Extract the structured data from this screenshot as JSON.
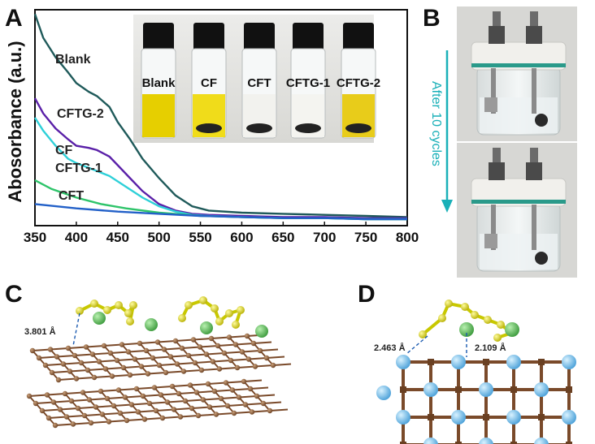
{
  "panels": {
    "A": {
      "letter": "A"
    },
    "B": {
      "letter": "B",
      "arrow_text": "After 10 cycles",
      "arrow_color": "#1ab0b8"
    },
    "C": {
      "letter": "C",
      "distance_label": "3.801 Å"
    },
    "D": {
      "letter": "D",
      "distance_labels": [
        "2.463 Å",
        "2.109 Å"
      ]
    }
  },
  "vial_labels": [
    "Blank",
    "CF",
    "CFT",
    "CFTG-1",
    "CFTG-2"
  ],
  "vial_liquid_colors": [
    "#e6cf00",
    "#f0dc1a",
    "#f2f2ee",
    "#f4f4f0",
    "#e8cc1a"
  ],
  "chart_data": {
    "type": "line",
    "ylabel": "Abosorbance (a.u.)",
    "xlabel": "",
    "xlim": [
      350,
      800
    ],
    "x_ticks": [
      350,
      400,
      450,
      500,
      550,
      600,
      650,
      700,
      750,
      800
    ],
    "ylim": [
      0,
      1.0
    ],
    "grid": false,
    "series": [
      {
        "name": "Blank",
        "color": "#1f5a5a",
        "x": [
          350,
          360,
          375,
          390,
          400,
          415,
          425,
          440,
          450,
          465,
          480,
          500,
          520,
          540,
          560,
          600,
          650,
          700,
          750,
          800
        ],
        "y": [
          0.98,
          0.87,
          0.78,
          0.71,
          0.66,
          0.62,
          0.6,
          0.55,
          0.48,
          0.4,
          0.31,
          0.22,
          0.14,
          0.09,
          0.07,
          0.06,
          0.055,
          0.05,
          0.045,
          0.04
        ]
      },
      {
        "name": "CFTG-2",
        "color": "#5a20a8",
        "x": [
          350,
          360,
          375,
          390,
          400,
          415,
          425,
          440,
          450,
          465,
          480,
          500,
          520,
          540,
          560,
          600,
          650,
          700,
          750,
          800
        ],
        "y": [
          0.59,
          0.52,
          0.45,
          0.4,
          0.37,
          0.36,
          0.35,
          0.32,
          0.28,
          0.22,
          0.16,
          0.1,
          0.07,
          0.055,
          0.05,
          0.045,
          0.04,
          0.04,
          0.035,
          0.035
        ]
      },
      {
        "name": "CF",
        "color": "#2ed0d8",
        "x": [
          350,
          360,
          375,
          390,
          400,
          420,
          440,
          460,
          480,
          500,
          520,
          540,
          560,
          600,
          650,
          700,
          750,
          800
        ],
        "y": [
          0.5,
          0.44,
          0.37,
          0.31,
          0.29,
          0.26,
          0.23,
          0.18,
          0.13,
          0.09,
          0.065,
          0.05,
          0.045,
          0.04,
          0.035,
          0.035,
          0.03,
          0.03
        ]
      },
      {
        "name": "CFTG-1",
        "color": "#2ec46a",
        "x": [
          350,
          370,
          400,
          430,
          460,
          500,
          550,
          600,
          650,
          700,
          750,
          800
        ],
        "y": [
          0.21,
          0.17,
          0.13,
          0.1,
          0.08,
          0.06,
          0.045,
          0.04,
          0.035,
          0.035,
          0.03,
          0.03
        ]
      },
      {
        "name": "CFT",
        "color": "#2260c8",
        "x": [
          350,
          400,
          450,
          500,
          550,
          600,
          650,
          700,
          750,
          800
        ],
        "y": [
          0.1,
          0.08,
          0.065,
          0.055,
          0.045,
          0.04,
          0.035,
          0.035,
          0.03,
          0.03
        ]
      }
    ]
  }
}
